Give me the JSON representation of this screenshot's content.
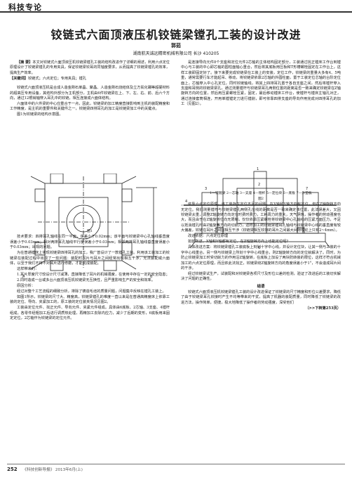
{
  "header": {
    "column": "科技专论"
  },
  "title": "铰链式六面顶液压机铰链梁镗孔工装的设计改进",
  "author": "郭茹",
  "affiliation": "湖南航天诚远精密机械有限公司  长沙  410205",
  "left": {
    "abstract_label": "【摘  要】",
    "abstract": "本文对铰链式六面顶液压机铰链梁镗孔工装的结构改进作了详细的阐述，利用六点定位原理设计了铰链梁镗孔的专用夹具，保证铰链梁铰耳的同轴度要求，从而提高了铰链梁镗孔的效率，提高生产效率。",
    "keywords_label": "【关键词】",
    "keywords": "铰链式；六点定位；专用夹具；镗孔",
    "p1": "铰链式六面顶液压机是合成人造金刚石单晶、聚晶、人造金刚石烧结体及立方氮化硼等超硬材料的超高压专用设备，其结构外部分为主机部分，主机由6件铰链梁在上、下、左、右、前、后六个方向，通过12根销轴穿入耳孔中的铰链，相互连接成六面体结构。",
    "p2": "六面体中的六件梁的中心应重合于一点，因此，铰链梁的加工精度直接影响到主机的装配精度和工作精度，是主机的重要件和关键件之一，铰链梁四排耳孔的加工是铰链梁加工中的关键点。",
    "p3": "图1为铰链梁的结构示意图。",
    "fig1_caption": "图1",
    "p4": "技术要求：四排耳孔轴线在同一平面，误差小于0.02mm；该平面与铰链梁中心孔轴线垂直度误差小于0.03mm；相对两排耳孔轴线平行度误差小于0.03mm；相邻两排耳孔轴线垂直度误差小于0.03mm；出现的问题。",
    "p5": "为在普通镗床上实现铰链梁四排耳孔的加工，我厂曾设计了一款镗孔工装。利用该工装加工的铰链梁在装配过程中出现了一些问题：装配时耳片与耳片之间经常出现相互干涉，无法装配或六面体，以至于我们不得不对耳片进行修磨，才能完成装配。",
    "p6": "这样带来的：",
    "p7": "1.耳片厚度尺寸较设计尺寸减薄，直接降低了耳片的机械强度，在使用中存在一定的安全隐患；",
    "p8": "2.同时造成一台或多台六面顶液压机铰链梁无互换性，且严重影响生产的安全和效率。",
    "p9": "原因分析：",
    "p10": "经过对整个工艺流程的细致分析，排除了铸造毛坯的质量问题，问题集中反映在镗孔工装上。",
    "p11": "如图1所示，铰链梁的尺寸大、精度高，铰链梁镗孔的难度一直以来是在普通高精度床上依靠工装的定位、导向、夹紧加工的，原工装的定位装夹情况见图2。",
    "p12": "工装由定位元件、找正元件、导向元件、夹紧元件组成。具体由6底板、2芯轴、3支座、4镗杆组成。各零件经粗加工后进行调质热处理，再精加工去除内应力，减少了后期的变形，6底板用来固定定位，2芯轴作为铰链梁的定位元件。"
  },
  "right": {
    "p1": "是连接导向元件8个支座和定位元件2芯轴的主体结构固定部分，工装通过找正镗床工作台到镗中心与工装的中心即芯轴的圆柱面轴心重合，然后将其底板用压板和T形槽螺栓固定在工作台上，这样工装即固定好了。接下来要完成铰链梁在工装上的安装，定位工作，铰链梁的重量大多有4、5吨重，通常需要行车才能起吊、移动，将铰链梁依靠2芯轴的外圆柱面，置于工装定位芯轴的台阶定位面上，芯轴穿入中心孔定位，同时铰链轴线，将其上四排耳孔置于各自支座之间，然后将镗杆穿入支座和耳侧的铰链梁梁孔，通过测量镗杆与铰链梁耳孔两侧位置的距离是否一致来确定铰链梁在Z轴旋转方向的位置，然后用压紧螺栓压紧，固定，最后移动镗床工作台，使镗杆与镗床主轴孔对正，通过连接套筒相连，开用单镗镗定刀进行镗削，即可依靠四排支座的导向作用完成对四排耳孔的加工（见图2）。",
    "fig2_caption": "1—铰链梁 2—芯轴 3—支座 4—镗杆 5—定位块 6—底板 7—外垫板",
    "fig2_label": "图2",
    "p2": "依靠六点定位原理，该工装存在定位不足的问题，在X轴和Y轴方向有定位，但在Z轴旋转方向无定位。我们测量镗杆与铰链梁镗孔两侧孔位线的距离是否一致来确定该位置，此法误差大，又因铰链梁太重，调整Z轴旋转方向定位时费时费力，工耗周力的重大，天气阴热，操作者的劳动强度也大，而且由于在Z轴旋转位向无限制，仅仅依靠压紧螺栓将铰链梁中心孔轴线的压紧方面压力，不足以抵消镗孔时由Z轴旋转方向的切削力，这样加工的铰链梁镗耳孔轴线与铰链梁中心线的垂直度有较大偏差，铰链在耳片之间固相互干涉（铰链梁相互铰接的耳片之间最大间隙理论上只有2~4mm）。",
    "p3": "改进依据：六点定位原理",
    "p4": "如前所述，X轴和Y轴都有定位，在Z轴旋转方向上也能定位呢？",
    "p5": "具体改进方案：将铰链梁镗孔工装底板上刻划十字中心线，并设计定位块，让其一侧与工装的十字中心线重合，另一侧与铰链梁上所划十字中心线重合，则Z轴旋转方向的定位就解决了。同时，为防止铰链梁加工时受切削力的作用沿Z轴旋转，在底板上加设了两块防转装的限位，这样才符合机械加工的六点定位原理，而且依此法找正，铰链梁绕Z轴旋转方向的角度误差小于1°，不会造成耳片间的干涉。",
    "p6": "经过铰链梁试生产，试装配和对铰链梁各项尺寸及形位公差的检测，验证了改进后的工装切实解决了问题的正确性。",
    "concl_title": "结语",
    "p7": "铰链式六面顶液压机铰链梁镗孔工装的设计改进保证了铰链梁的尺寸精度和形位公差要求，降低了由于铰链梁耳孔铰接时产生不均等带来的干扰，提高了机器的装配质量，同时降低了铰链梁的改进方法，操作简单，便捷，极大地降低了操作者的劳动强度，深受他们",
    "cont": "（>>下转第253页）"
  },
  "footer": {
    "page": "252",
    "journal": "《科技创新导报》 2013年6月(上)"
  }
}
